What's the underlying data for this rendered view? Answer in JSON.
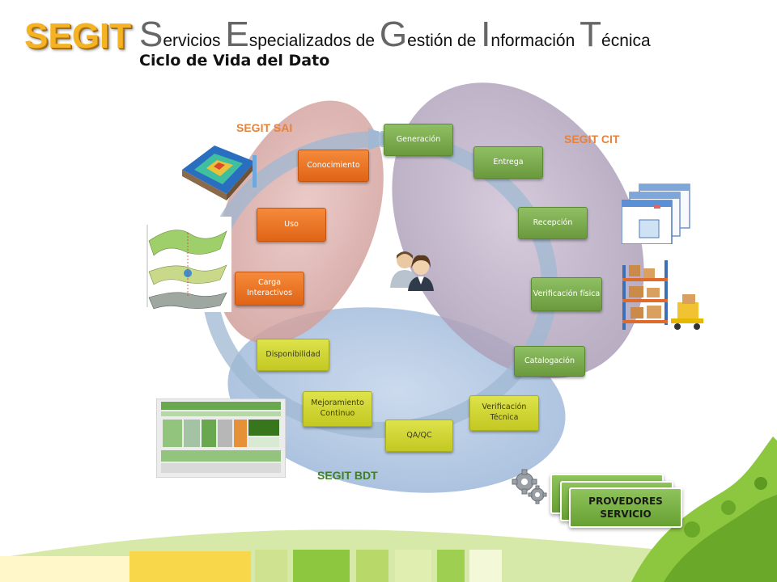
{
  "header": {
    "logo": "SEGIT",
    "title_words": [
      {
        "cap": "S",
        "rest": "ervicios "
      },
      {
        "cap": "E",
        "rest": "specializados de "
      },
      {
        "cap": "G",
        "rest": "estión de "
      },
      {
        "cap": "I",
        "rest": "nformación "
      },
      {
        "cap": "T",
        "rest": "écnica"
      }
    ],
    "subtitle": "Ciclo de Vida del Dato"
  },
  "systems": {
    "sai": {
      "label": "SEGIT SAI",
      "color": "#e8823a"
    },
    "cit": {
      "label": "SEGIT CIT",
      "color": "#e8823a"
    },
    "bdt": {
      "label": "SEGIT BDT",
      "color": "#3f7f2a"
    }
  },
  "cycle_steps": [
    {
      "id": "generacion",
      "label": "Generación",
      "style": "green"
    },
    {
      "id": "entrega",
      "label": "Entrega",
      "style": "green"
    },
    {
      "id": "recepcion",
      "label": "Recepción",
      "style": "green"
    },
    {
      "id": "verificacion-fisica",
      "label": "Verificación física",
      "style": "green"
    },
    {
      "id": "catalogacion",
      "label": "Catalogación",
      "style": "green"
    },
    {
      "id": "verificacion-tecnica",
      "label": "Verificación Técnica",
      "style": "yellow"
    },
    {
      "id": "qaqc",
      "label": "QA/QC",
      "style": "yellow"
    },
    {
      "id": "mejoramiento",
      "label": "Mejoramiento Continuo",
      "style": "yellow"
    },
    {
      "id": "disponibilidad",
      "label": "Disponibilidad",
      "style": "yellow"
    },
    {
      "id": "carga",
      "label": "Carga Interactivos",
      "style": "orange"
    },
    {
      "id": "uso",
      "label": "Uso",
      "style": "orange"
    },
    {
      "id": "conocimiento",
      "label": "Conocimiento",
      "style": "orange"
    }
  ],
  "providers": {
    "label": "PROVEDORES SERVICIO"
  },
  "colors": {
    "ellipse_cit": "#b9a9c2",
    "ellipse_sai": "#d9a9a6",
    "ellipse_bdt": "#aec4e0",
    "cycle_arrow": "#9fb8d2",
    "logo": "#f5b323",
    "footer_green": "#8dc63f"
  }
}
